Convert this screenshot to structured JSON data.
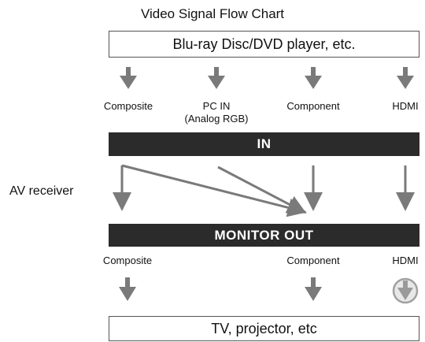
{
  "diagram": {
    "title": "Video Signal Flow Chart",
    "source_box": "Blu-ray Disc/DVD player, etc.",
    "inputs": [
      {
        "label": "Composite",
        "sublabel": ""
      },
      {
        "label": "PC IN",
        "sublabel": "(Analog RGB)"
      },
      {
        "label": "Component",
        "sublabel": ""
      },
      {
        "label": "HDMI",
        "sublabel": ""
      }
    ],
    "receiver_label": "AV receiver",
    "in_bar": "IN",
    "out_bar": "MONITOR OUT",
    "outputs": [
      {
        "label": "Composite"
      },
      {
        "label": "Component"
      },
      {
        "label": "HDMI"
      }
    ],
    "display_box": "TV, projector, etc",
    "colors": {
      "arrow": "#7a7a7a",
      "bar": "#2b2b2b",
      "bar_text": "#ffffff"
    },
    "icons": {
      "hdmi_output_arrow": "arrow-in-circle-icon"
    }
  }
}
